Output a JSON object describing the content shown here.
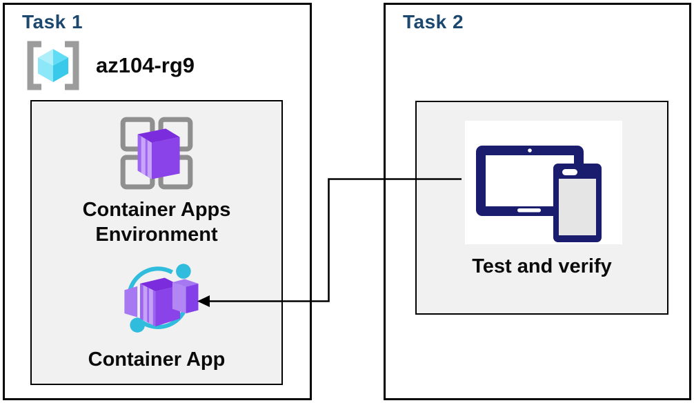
{
  "task1": {
    "title": "Task 1",
    "resource_group": {
      "name": "az104-rg9",
      "icon": "resource-group-icon"
    },
    "environment": {
      "label_line1": "Container Apps",
      "label_line2": "Environment",
      "icon": "container-apps-environment-icon"
    },
    "container_app": {
      "label": "Container App",
      "icon": "container-app-icon"
    }
  },
  "task2": {
    "title": "Task 2",
    "test": {
      "label": "Test and verify",
      "icon": "tablet-and-phone-icon"
    }
  },
  "connector": {
    "type": "elbow-arrow",
    "from": "test-and-verify-plate",
    "to": "container-app-icon",
    "direction": "arrowhead-points-left-at-container-app"
  },
  "colors": {
    "task_title": "#1C4870",
    "label_text": "#0B0B0B",
    "border_black": "#000000",
    "inner_box_fill": "#F1F1F1",
    "device_navy": "#1A1C6E",
    "phone_screen": "#E5E5E5",
    "accent_cyan": "#2FBCDD",
    "purple_front": "#9C64F0",
    "purple_dark": "#7B2CDD",
    "purple_mid": "#8A43E8",
    "cube_cyan": "#60DCF4",
    "frame_gray": "#8F8F8F",
    "bracket_gray": "#9C9C9C"
  }
}
